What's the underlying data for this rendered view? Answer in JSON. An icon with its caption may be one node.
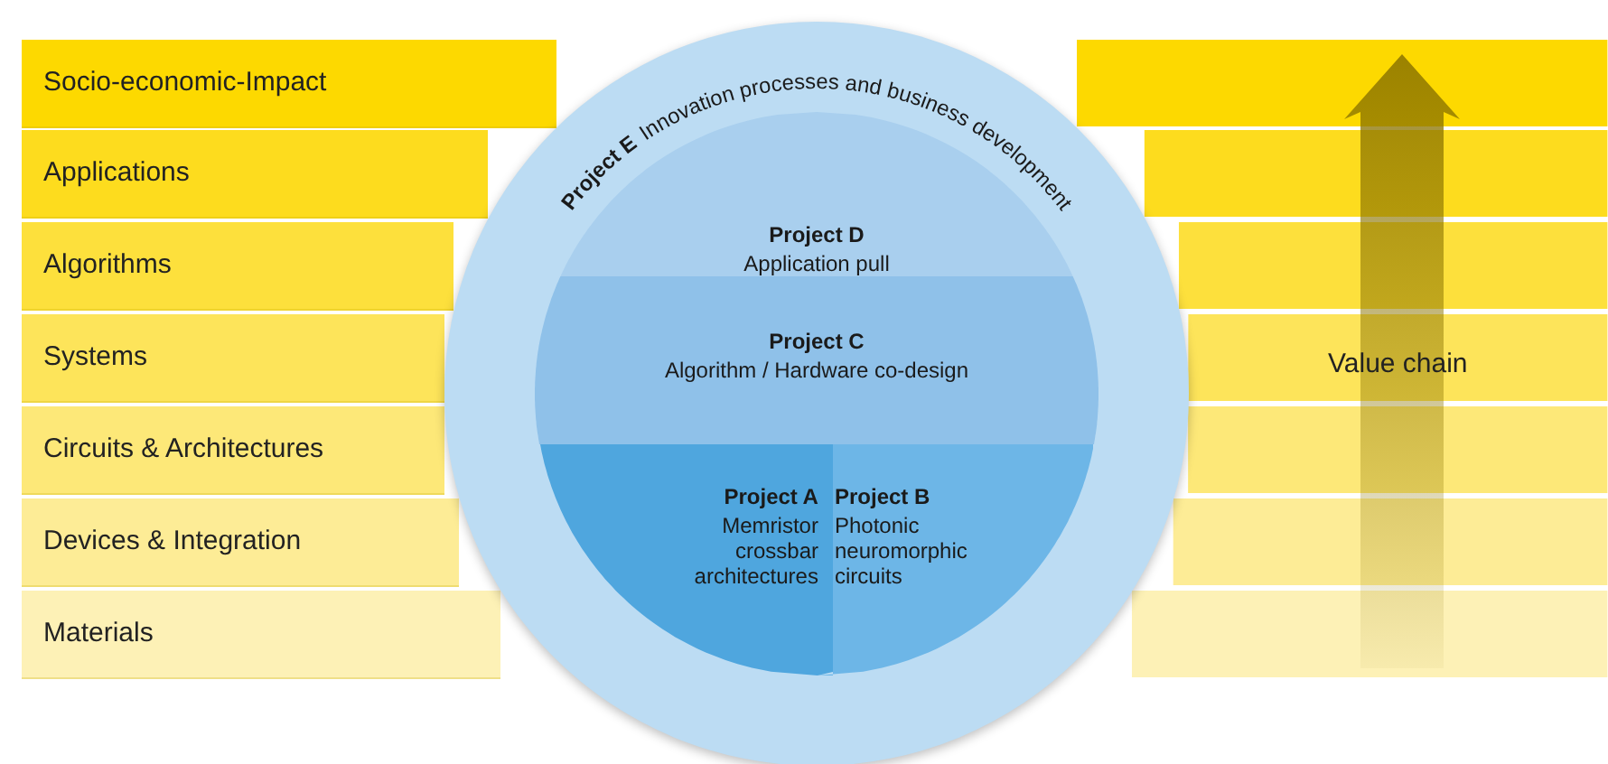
{
  "diagram": {
    "nodes": [
      {
        "text": [
          "Socio-economic-Impact"
        ]
      },
      {
        "text": [
          "Applications"
        ]
      },
      {
        "text": [
          "Algorithms"
        ]
      },
      {
        "text": [
          "Systems"
        ]
      },
      {
        "text": [
          "Circuits & Architectures"
        ]
      },
      {
        "text": [
          "Devices & Integration"
        ]
      },
      {
        "text": [
          "Materials"
        ]
      },
      {
        "text": [
          "Project E",
          "Innovation processes and business development"
        ]
      },
      {
        "text": [
          "Project D",
          "Application pull"
        ],
        "in": 7
      },
      {
        "text": [
          "Project C",
          "Algorithm / Hardware co-design"
        ],
        "in": 7
      },
      {
        "text": [
          "Project A",
          "Memristor crossbar architectures"
        ],
        "in": 7
      },
      {
        "text": [
          "Project B",
          "Photonic neuromorphic circuits"
        ],
        "in": 7
      }
    ],
    "edges": [],
    "labels": [
      "Value chain"
    ]
  }
}
